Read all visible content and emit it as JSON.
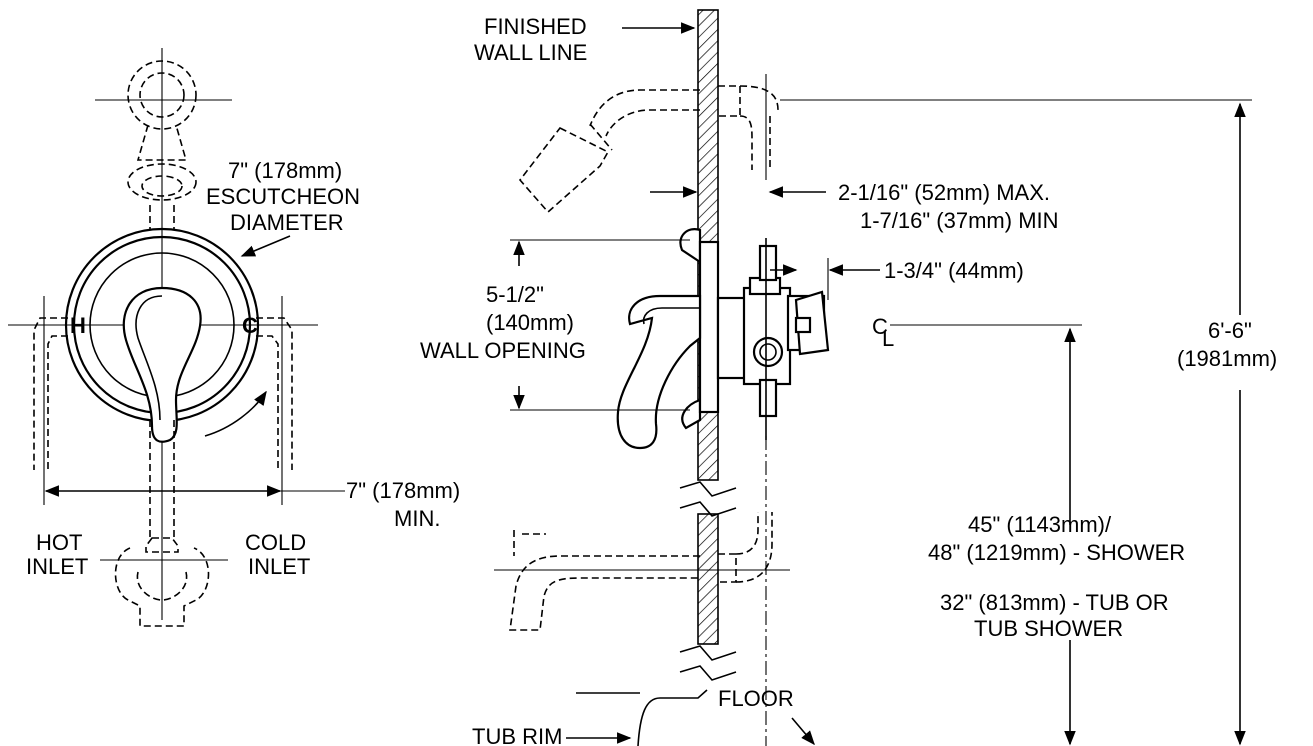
{
  "labels": {
    "finished_wall_line_1": "FINISHED",
    "finished_wall_line_2": "WALL LINE",
    "escutcheon_1": "7\" (178mm)",
    "escutcheon_2": "ESCUTCHEON",
    "escutcheon_3": "DIAMETER",
    "hot_marker": "H",
    "cold_marker": "C",
    "min_width_1": "7\"  (178mm)",
    "min_width_2": "MIN.",
    "hot_inlet_1": "HOT",
    "hot_inlet_2": "INLET",
    "cold_inlet_1": "COLD",
    "cold_inlet_2": "INLET",
    "wall_opening_1": "5-1/2\"",
    "wall_opening_2": "(140mm)",
    "wall_opening_3": "WALL OPENING",
    "depth_max": "2-1/16\" (52mm) MAX.",
    "depth_min": "1-7/16\" (37mm) MIN",
    "outlet_offset": "1-3/4\" (44mm)",
    "centerline_symbol": "C",
    "centerline_symbol_sub": "L",
    "total_height_1": "6'-6\"",
    "total_height_2": "(1981mm)",
    "shower_height_1": "45\" (1143mm)/",
    "shower_height_2": "48\" (1219mm) - SHOWER",
    "tub_height_1": "32\" (813mm) - TUB OR",
    "tub_height_2": "TUB SHOWER",
    "floor": "FLOOR",
    "tub_rim": "TUB RIM"
  }
}
